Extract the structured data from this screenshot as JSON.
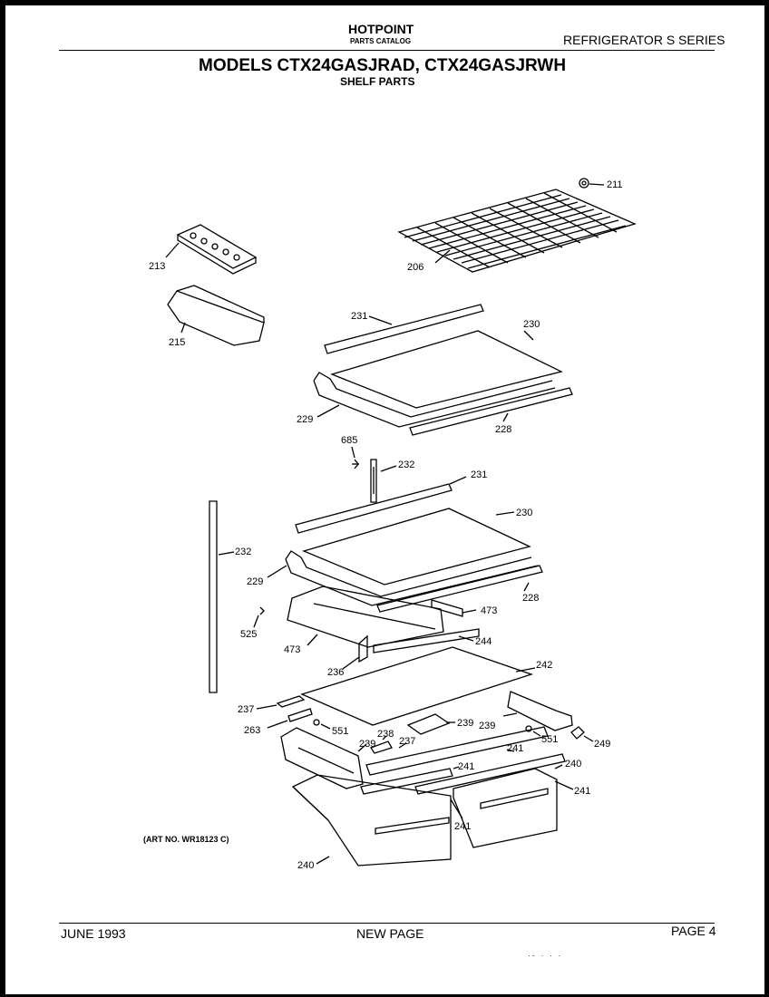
{
  "header": {
    "brand": "HOTPOINT",
    "catalog": "PARTS CATALOG",
    "series": "REFRIGERATOR S SERIES"
  },
  "title": "MODELS CTX24GASJRAD, CTX24GASJRWH",
  "subtitle": "SHELF PARTS",
  "art_number": "(ART NO. WR18123 C)",
  "footer": {
    "date": "JUNE 1993",
    "note": "NEW PAGE",
    "page": "PAGE 4"
  },
  "callouts": [
    "211",
    "206",
    "213",
    "215",
    "231",
    "230",
    "229",
    "228",
    "685",
    "232",
    "231",
    "230",
    "232",
    "229",
    "228",
    "473",
    "525",
    "473",
    "244",
    "236",
    "242",
    "237",
    "263",
    "551",
    "238",
    "239",
    "239",
    "551",
    "249",
    "237",
    "239",
    "241",
    "241",
    "240",
    "241",
    "241",
    "240"
  ]
}
